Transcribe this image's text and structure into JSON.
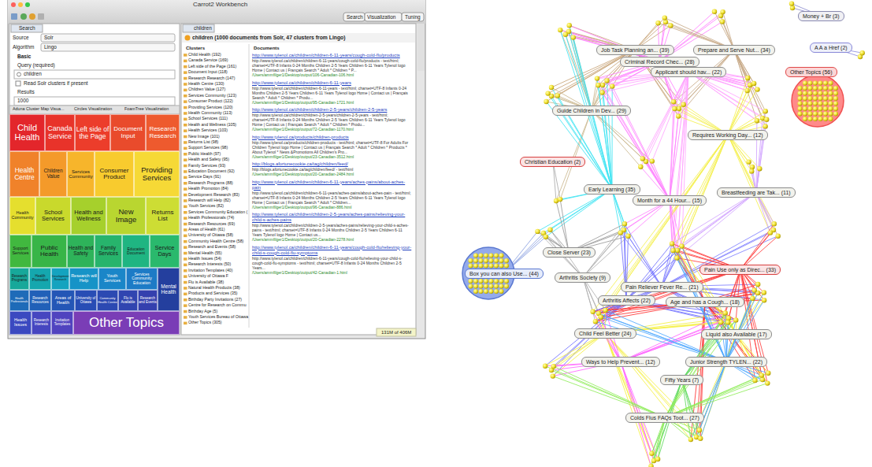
{
  "diagram": {
    "nodes": [
      {
        "text": [
          "Child Health"
        ]
      },
      {
        "text": [
          "Canada Service"
        ]
      },
      {
        "text": [
          "Left side of the Page"
        ]
      },
      {
        "text": [
          "Document Input"
        ]
      },
      {
        "text": [
          "Research Research"
        ]
      },
      {
        "text": [
          "Health Centre"
        ]
      },
      {
        "text": [
          "Children Value"
        ]
      },
      {
        "text": [
          "Services Community"
        ]
      },
      {
        "text": [
          "Consumer Product"
        ]
      },
      {
        "text": [
          "Providing Services"
        ]
      },
      {
        "text": [
          "Health Community"
        ]
      },
      {
        "text": [
          "School Services"
        ]
      },
      {
        "text": [
          "Health and Wellness"
        ]
      },
      {
        "text": [
          "New Image"
        ]
      },
      {
        "text": [
          "Returns List"
        ]
      },
      {
        "text": [
          "Support Services"
        ]
      },
      {
        "text": [
          "Public Health"
        ]
      },
      {
        "text": [
          "Health and Safety"
        ]
      },
      {
        "text": [
          "Family Services"
        ]
      },
      {
        "text": [
          "Education Document"
        ]
      },
      {
        "text": [
          "Service Days"
        ]
      },
      {
        "text": [
          "Research Programs"
        ]
      },
      {
        "text": [
          "Health Promotion"
        ]
      },
      {
        "text": [
          "Development Research"
        ]
      },
      {
        "text": [
          "Research will Help"
        ]
      },
      {
        "text": [
          "Youth Services"
        ]
      },
      {
        "text": [
          "Services Community Education"
        ]
      },
      {
        "text": [
          "Mental Health"
        ]
      },
      {
        "text": [
          "Health Professionals"
        ]
      },
      {
        "text": [
          "Research Resources"
        ]
      },
      {
        "text": [
          "Areas of Health"
        ]
      },
      {
        "text": [
          "University of Ottawa"
        ]
      },
      {
        "text": [
          "Community Health Centre"
        ]
      },
      {
        "text": [
          "Flu is Available"
        ]
      },
      {
        "text": [
          "Research and Events"
        ]
      },
      {
        "text": [
          "Health Issues"
        ]
      },
      {
        "text": [
          "Research Interests"
        ]
      },
      {
        "text": [
          "Invitation Templates"
        ]
      },
      {
        "text": [
          "Other Topics"
        ]
      },
      {
        "text": [
          "Money + Br (3)"
        ]
      },
      {
        "text": [
          "A A a Href (2)"
        ]
      },
      {
        "text": [
          "Other Topics (56)"
        ]
      },
      {
        "text": [
          "Job Task Planning an... (39)"
        ]
      },
      {
        "text": [
          "Criminal Record Chec... (28)"
        ]
      },
      {
        "text": [
          "Prepare and Serve Nut... (34)"
        ]
      },
      {
        "text": [
          "Applicant should hav... (22)"
        ]
      },
      {
        "text": [
          "Guide Children in Dev... (29)"
        ]
      },
      {
        "text": [
          "Requires Working Day... (12)"
        ]
      },
      {
        "text": [
          "Christian Education (2)"
        ]
      },
      {
        "text": [
          "Early Learning (35)"
        ]
      },
      {
        "text": [
          "Month for a 44 Hour... (15)"
        ]
      },
      {
        "text": [
          "Breastfeeding are Tak... (11)"
        ]
      },
      {
        "text": [
          "Close Server (23)"
        ]
      },
      {
        "text": [
          "Box you can also Use... (44)"
        ]
      },
      {
        "text": [
          "Arthritis Society (9)"
        ]
      },
      {
        "text": [
          "Pain Reliever Fever Re... (21)"
        ]
      },
      {
        "text": [
          "Pain Use only as Direc... (33)"
        ]
      },
      {
        "text": [
          "Arthritis Affects (22)"
        ]
      },
      {
        "text": [
          "Age and has a Cough... (18)"
        ]
      },
      {
        "text": [
          "Child Feel Better (24)"
        ]
      },
      {
        "text": [
          "Liquid also Available (17)"
        ]
      },
      {
        "text": [
          "Ways to Help Prevent... (12)"
        ]
      },
      {
        "text": [
          "Junior Strength TYLEN... (22)"
        ]
      },
      {
        "text": [
          "Fifty Years (7)"
        ]
      },
      {
        "text": [
          "Colds Flus FAQs Toot... (27)"
        ]
      }
    ],
    "labels": [
      "Carrot2 Workbench",
      "Search",
      "Visualization",
      "Tuning",
      "Search",
      "Source",
      "Solr",
      "Algorithm",
      "Lingo",
      "Basic",
      "Query (required)",
      "children",
      "Read Solr clusters if present",
      "Results",
      "1000",
      "Aduna Cluster Map Visua...",
      "Circles Visualization",
      "FoamTree Visualization",
      "children",
      "children (1000 documents from Solr, 47 clusters from Lingo)",
      "Clusters",
      "Documents",
      "131M of 406M",
      "Child Health (192)",
      "Canada Service (169)",
      "Left side of the Page (161)",
      "Document Input (118)",
      "Research Research (147)",
      "Health Centre (130)",
      "Children Value (127)",
      "Services Community (123)",
      "Consumer Product (122)",
      "Providing Services (120)",
      "Health Community (113)",
      "School Services (111)",
      "Health and Wellness (105)",
      "Health Services (103)",
      "New Image (101)",
      "Returns List (98)",
      "Support Services (98)",
      "Public Health (97)",
      "Health and Safety (95)",
      "Family Services (93)",
      "Education Document (92)",
      "Service Days (91)",
      "Research Programs (88)",
      "Health Promotion (84)",
      "Development Research (83)",
      "Research will Help (82)",
      "Youth Services (82)",
      "Services Community Education (",
      "Health Professionals (74)",
      "Research Resources (69)",
      "Areas of Health (61)",
      "University of Ottawa (58)",
      "Community Health Centre (58)",
      "Research and Events (58)",
      "Mental Health (55)",
      "Health Issues (54)",
      "Research Interests (50)",
      "Invitation Templates (40)",
      "University of Ottawa F",
      "Flu is Available (38)",
      "Natural Health Products (38)",
      "Products and Services (35)",
      "Birthday Party Invitations (27)",
      "Centre for Research on Commu",
      "Birthday Age (5)",
      "Youth Services Bureau of Ottawa",
      "Other Topics (305)",
      "http://www.tylenol.ca/children/children-6-11-years/cough-cold-flu/products",
      "http://www.tylenol.ca/children/children-6-11-years/cough-cold-flu/products - text/html; charset=UTF-8 Infants 0-24 Months Children 2-5 Years Children 6-11 Years Tylenol logo Home | Contact us | Français Search * Adult * Children * P...",
      "/Users/ammfilger1/Desktop/output/106-Canadian-106.html",
      "http://www.tylenol.ca/children/children-6-11-years",
      "http://www.tylenol.ca/children/children-6-11-years - text/html; charset=UTF-8 Infants 0-24 Months Children 2-5 Years Children 6-11 Years Tylenol logo Home | Contact us | Français Search * Adult * Children * Produ...",
      "/Users/ammfilger1/Desktop/output/95-Canadian-1721.html",
      "http://www.tylenol.ca/children/children-2-5-years/children-2-5-years",
      "http://www.tylenol.ca/children/children-2-5-years/children-2-5-years - text/html; charset=UTF-8 Infants 0-24 Months Children 2-5 Years Children 6-11 Years Tylenol logo Home | Contact us | Français Search * Adult * Children * Produ...",
      "/Users/ammfilger1/Desktop/output/72-Canadian-1170.html",
      "http://www.tylenol.ca/products/children-products",
      "http://www.tylenol.ca/products/children-products - text/html; charset=UTF-8 For Adults For Children Tylenol logo Home | Contact us | Français Search * Adult * Children * Products * About Tylenol * News &Promotions All Children's Pro...",
      "/Users/ammfilger1/Desktop/output/23-Canadian-3512.html",
      "http://blogs.afortunecookie.ca/tag/children/feed/",
      "http://blogs.afortunecookie.ca/tag/children/feed/ - text/html",
      "/Users/ammfilger1/Desktop/output/20-Canadian-2484.html",
      "http://www.tylenol.ca/children/children-6-11-years/aches-pains/about-aches-pain",
      "http://www.tylenol.ca/children/children-6-11-years/aches-pains/about-aches-pain - text/html; charset=UTF-8 Infants 0-24 Months Children 2-5 Years Children 6-11 Years Tylenol logo Home | Contact us | Français Search * Adult * Children...",
      "/Users/ammfilger1/Desktop/output/96-Canadian-886.html",
      "http://www.tylenol.ca/children/children-2-5-years/aches-pains/relieving-your-child-s-aches-pains",
      "http://www.tylenol.ca/children/children-2-5-years/aches-pains/relieving-your-child-s-aches-pains - text/html; charset=UTF-8 Infants 0-24 Months Children 2-5 Years Children 6-11 Years Tylenol logo Home | Contact us...",
      "/Users/ammfilger1/Desktop/output/20-Canadian-2278.html",
      "http://www.tylenol.ca/children/children-6-11-years/cough-cold-flu/relieving-your-child-s-cough-cold-flu-symptoms",
      "http://www.tylenol.ca/children/children-6-11-years/cough-cold-flu/relieving-your-child-s-cough-cold-flu-symptoms - text/html; charset=UTF-8 Infants 0-24 Months Children 2-5 Years...",
      "/Users/ammfilger1/Desktop/output/42-Canadian-1.html"
    ]
  }
}
